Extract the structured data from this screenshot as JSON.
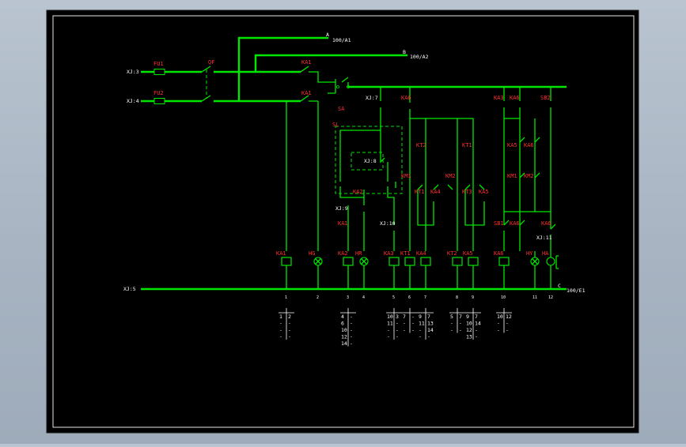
{
  "colors": {
    "background": "#a8b4c2",
    "sheet": "#000000",
    "wire": "#00e600",
    "label": "#ff3030",
    "text": "#ffffff"
  },
  "terminals": {
    "xj3": "XJ:3",
    "xj4": "XJ:4",
    "xj5": "XJ:5",
    "xj7": "XJ:7",
    "xj8": "XJ:8",
    "xj9": "XJ:9",
    "xj10": "XJ:10",
    "xj11": "XJ:11"
  },
  "buses": {
    "a_label": "A",
    "a_ref": "100/A1",
    "b_label": "B",
    "b_ref": "100/A2",
    "c_label": "C",
    "c_ref": "100/E1"
  },
  "components": {
    "fu1": "FU1",
    "fu2": "FU2",
    "qf": "QF",
    "sa": "SA",
    "sl": "SL",
    "sb1": "SB1",
    "sb2": "SB2",
    "ka1": "KA1",
    "ka2": "KA2",
    "ka3": "KA3",
    "ka4": "KA4",
    "ka5": "KA5",
    "ka6": "KA6",
    "km1": "KM1",
    "km2": "KM2",
    "kt1": "KT1",
    "kt2": "KT2",
    "kt3": "KT3",
    "hg": "HG",
    "hr": "HR",
    "hy": "HY",
    "ha": "HA"
  },
  "wire_numbers": [
    "1",
    "2",
    "3",
    "4",
    "5",
    "6",
    "7",
    "8",
    "9",
    "10",
    "11",
    "12"
  ],
  "cross_reference": [
    {
      "rows": [
        [
          "1",
          "2"
        ],
        [
          "-",
          "-"
        ],
        [
          "-",
          "-"
        ],
        [
          "-",
          "-"
        ]
      ]
    },
    {
      "rows": [
        [
          "4",
          "-"
        ],
        [
          "6",
          "-"
        ],
        [
          "10",
          "-"
        ],
        [
          "12",
          "-"
        ],
        [
          "14",
          "-"
        ]
      ]
    },
    {
      "rows": [
        [
          "10",
          "3"
        ],
        [
          "11",
          "-"
        ],
        [
          "-",
          "-"
        ],
        [
          "-",
          "-"
        ]
      ]
    },
    {
      "rows": [
        [
          "7",
          "-"
        ],
        [
          "-",
          "-"
        ],
        [
          "-",
          "-"
        ]
      ]
    },
    {
      "rows": [
        [
          "9",
          "7"
        ],
        [
          "11",
          "13"
        ],
        [
          "-",
          "14"
        ],
        [
          "-",
          "-"
        ]
      ]
    },
    {
      "rows": [
        [
          "5",
          "7"
        ],
        [
          "-",
          "-"
        ],
        [
          "-",
          "-"
        ]
      ]
    },
    {
      "rows": [
        [
          "9",
          "7"
        ],
        [
          "10",
          "14"
        ],
        [
          "12",
          "-"
        ],
        [
          "13",
          "-"
        ]
      ]
    },
    {
      "rows": [
        [
          "10",
          "12"
        ],
        [
          "-",
          "-"
        ],
        [
          "-",
          "-"
        ]
      ]
    }
  ]
}
